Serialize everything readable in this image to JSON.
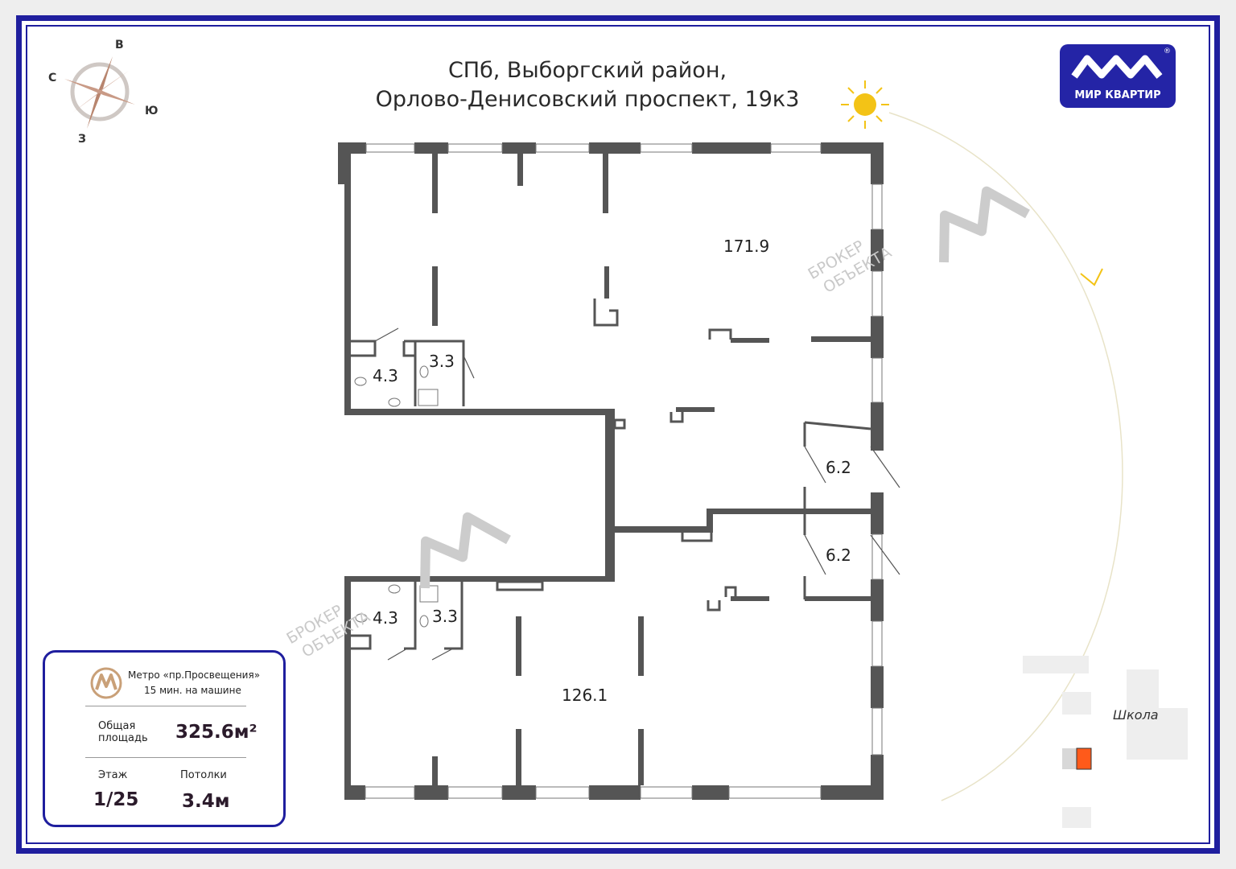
{
  "title": {
    "line1": "СПб, Выборгский район,",
    "line2": "Орлово-Денисовский проспект, 19к3"
  },
  "compass": {
    "n": "В",
    "w": "С",
    "e": "Ю",
    "s": "З"
  },
  "logo": {
    "text": "МИР КВАРТИР",
    "mark": "®"
  },
  "rooms": {
    "main_upper": "171.9",
    "main_lower": "126.1",
    "wc_upper_left": "4.3",
    "wc_upper_right": "3.3",
    "wc_lower_left": "4.3",
    "wc_lower_right": "3.3",
    "room_a": "6.2",
    "room_b": "6.2"
  },
  "watermark": {
    "line1": "БРОКЕР",
    "line2": "ОБЪЕКТА"
  },
  "info": {
    "metro": "Метро «пр.Просвещения»",
    "metro_time": "15 мин. на машине",
    "area_label_1": "Общая",
    "area_label_2": "площадь",
    "area_value": "325.6м²",
    "floor_label": "Этаж",
    "floor_value": "1/25",
    "ceiling_label": "Потолки",
    "ceiling_value": "3.4м"
  },
  "map": {
    "school_label": "Школа"
  },
  "colors": {
    "frame": "#1f1e9e",
    "wall": "#555555",
    "sun": "#f3c316",
    "moon": "#f3c316",
    "highlight": "#ff5a1a",
    "metro_logo": "#c9a078"
  },
  "icons": [
    "compass-rose-icon",
    "sun-icon",
    "moon-icon",
    "metro-icon",
    "logo-mark-icon"
  ]
}
